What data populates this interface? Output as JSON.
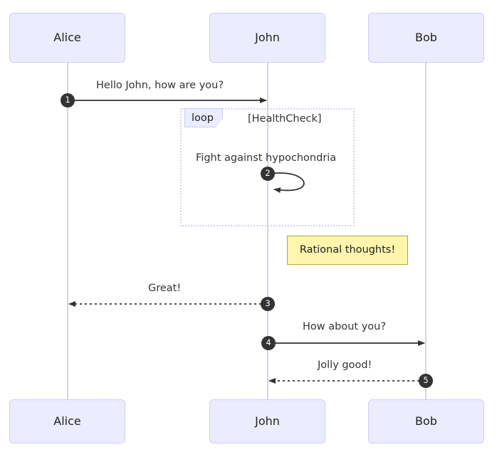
{
  "diagram": {
    "type": "sequence-diagram",
    "background_color": "#ffffff",
    "actor_fill": "#ECECFF",
    "actor_stroke": "#CCCCFF",
    "lifeline_color": "#d7d1ec",
    "arrow_color": "#333333",
    "note_fill": "#FFF5AD",
    "note_stroke": "#AAAA33",
    "sequence_badge_fill": "#333333"
  },
  "actors": [
    {
      "id": "alice",
      "label": "Alice"
    },
    {
      "id": "john",
      "label": "John"
    },
    {
      "id": "bob",
      "label": "Bob"
    }
  ],
  "actors_bottom": [
    {
      "id": "alice-bottom",
      "label": "Alice"
    },
    {
      "id": "john-bottom",
      "label": "John"
    },
    {
      "id": "bob-bottom",
      "label": "Bob"
    }
  ],
  "messages": [
    {
      "number": "1",
      "text": "Hello John, how are you?",
      "from": "alice",
      "to": "john",
      "style": "solid",
      "direction": "right"
    },
    {
      "number": "2",
      "text": "Fight against hypochondria",
      "from": "john",
      "to": "john",
      "style": "solid",
      "direction": "self"
    },
    {
      "number": "3",
      "text": "Great!",
      "from": "john",
      "to": "alice",
      "style": "dashed",
      "direction": "left"
    },
    {
      "number": "4",
      "text": "How about you?",
      "from": "john",
      "to": "bob",
      "style": "solid",
      "direction": "right"
    },
    {
      "number": "5",
      "text": "Jolly good!",
      "from": "bob",
      "to": "john",
      "style": "dashed",
      "direction": "left"
    }
  ],
  "loop": {
    "tag": "loop",
    "title": "[HealthCheck]"
  },
  "note": {
    "text": "Rational thoughts!",
    "placement": "right of John"
  }
}
